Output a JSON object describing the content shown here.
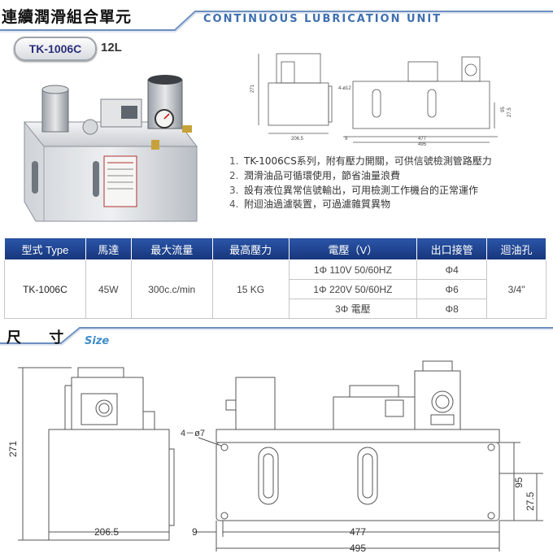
{
  "header": {
    "title_cn": "連續潤滑組合單元",
    "title_en": "CONTINUOUS LUBRICATION UNIT"
  },
  "model": {
    "name": "TK-1006C",
    "capacity": "12L"
  },
  "features": [
    {
      "num": "1.",
      "text": "TK-1006CS系列，附有壓力開關，可供信號檢測管路壓力"
    },
    {
      "num": "2.",
      "text": "潤滑油品可循環使用，節省油量浪費"
    },
    {
      "num": "3.",
      "text": "設有液位異常信號輸出，可用檢測工作機台的正常運作"
    },
    {
      "num": "4.",
      "text": "附迴油過濾裝置，可過濾雜質異物"
    }
  ],
  "spec_table": {
    "headers": [
      "型式 Type",
      "馬達",
      "最大流量",
      "最高壓力",
      "電壓（V）",
      "出口接管",
      "迴油孔"
    ],
    "type": "TK-1006C",
    "motor": "45W",
    "flow": "300c.c/min",
    "pressure": "15 KG",
    "voltages": [
      "1Φ 110V 50/60HZ",
      "1Φ 220V 50/60HZ",
      "3Φ 電壓"
    ],
    "outlets": [
      "Φ4",
      "Φ6",
      "Φ8"
    ],
    "return_port": "3/4\""
  },
  "size": {
    "title_cn": "尺 寸",
    "title_en": "Size"
  },
  "dimensions": {
    "height": "271",
    "depth": "206.5",
    "offset": "9",
    "inner_length": "477",
    "total_length": "495",
    "hole_spec": "4－ø7",
    "hole_spec_small": "4-ø12",
    "height_95": "95",
    "height_275": "27.5"
  },
  "colors": {
    "header_blue": "#3e6fb0",
    "table_header": "#1f4590",
    "size_blue": "#3e8dc9"
  }
}
